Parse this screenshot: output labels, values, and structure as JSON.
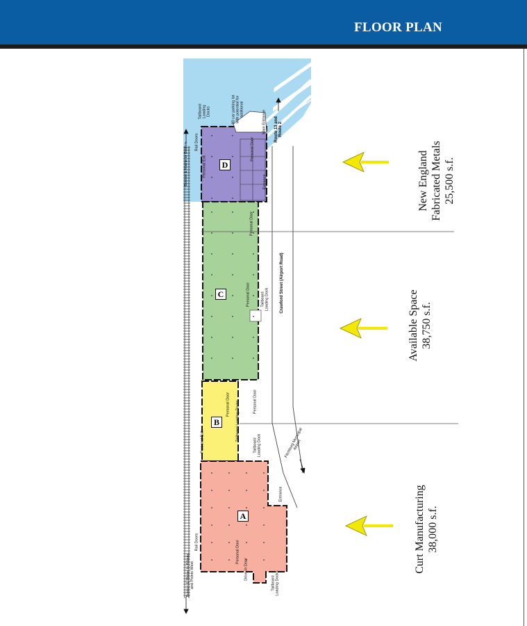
{
  "header": {
    "title": "FLOOR PLAN"
  },
  "colors": {
    "header_bg": "#0a5da3",
    "space_a": "#f7b0a0",
    "space_b": "#fbf176",
    "space_c": "#a7d39a",
    "space_d": "#9b8fcf",
    "parking": "#a9daf2",
    "arrow": "#f3e800"
  },
  "spaces": {
    "a": {
      "letter": "A",
      "tenant": "Curt Manufacturing",
      "area": "38,000 s.f."
    },
    "b": {
      "letter": "B"
    },
    "c": {
      "letter": "C",
      "tenant": "Available Space",
      "area": "38,750 s.f."
    },
    "d": {
      "letter": "D",
      "tenant": "New England",
      "tenant_line2": "Fabricated Metals",
      "area": "25,500 s.f."
    }
  },
  "labels": {
    "rail_albany": "Boston & Maine to Albany",
    "rail_albany_2": "and Points West",
    "rail_boston": "Boston & Maine to Boston",
    "rail_doors_a": "Rail Doors",
    "rail_doors_d": "Rail Doors",
    "personal_door_a": "Personal Door",
    "drive_in_door": "Drive-In Door",
    "tailboard_a": "Tailboard",
    "tailboard_a2": "Loading Docks",
    "entrance_a": "Entrance",
    "personal_exit_b": "Personal Exit",
    "personal_door_b": "Personal Door",
    "tailboard_b": "Tailboard Loading Docks",
    "tailboard_b2": "Tailboard",
    "tailboard_b3": "Loading Dock",
    "personal_door_bc": "Personal Door",
    "personal_door_c": "Personal Door",
    "tailboard_c": "Tailboard",
    "tailboard_c2": "Loading Dock",
    "personal_door_cd": "Personal Door",
    "personal_exit_d": "Personal Exit",
    "personal_door_d": "Personal Door",
    "entrance_d": "Entrance",
    "main_entrance": "Main Entrance",
    "tailboard_d": "Tailboard",
    "tailboard_d2": "Loading",
    "tailboard_d3": "Docks",
    "parking": "90 car parking lot",
    "parking_2": "with potential for",
    "parking_3": "additional",
    "route": "Route 13 and",
    "route_2": "Route 2",
    "crawford": "Crawford Street (Airport Road)",
    "airport": "Fitchburg Municipal",
    "airport_2": "Airport"
  }
}
